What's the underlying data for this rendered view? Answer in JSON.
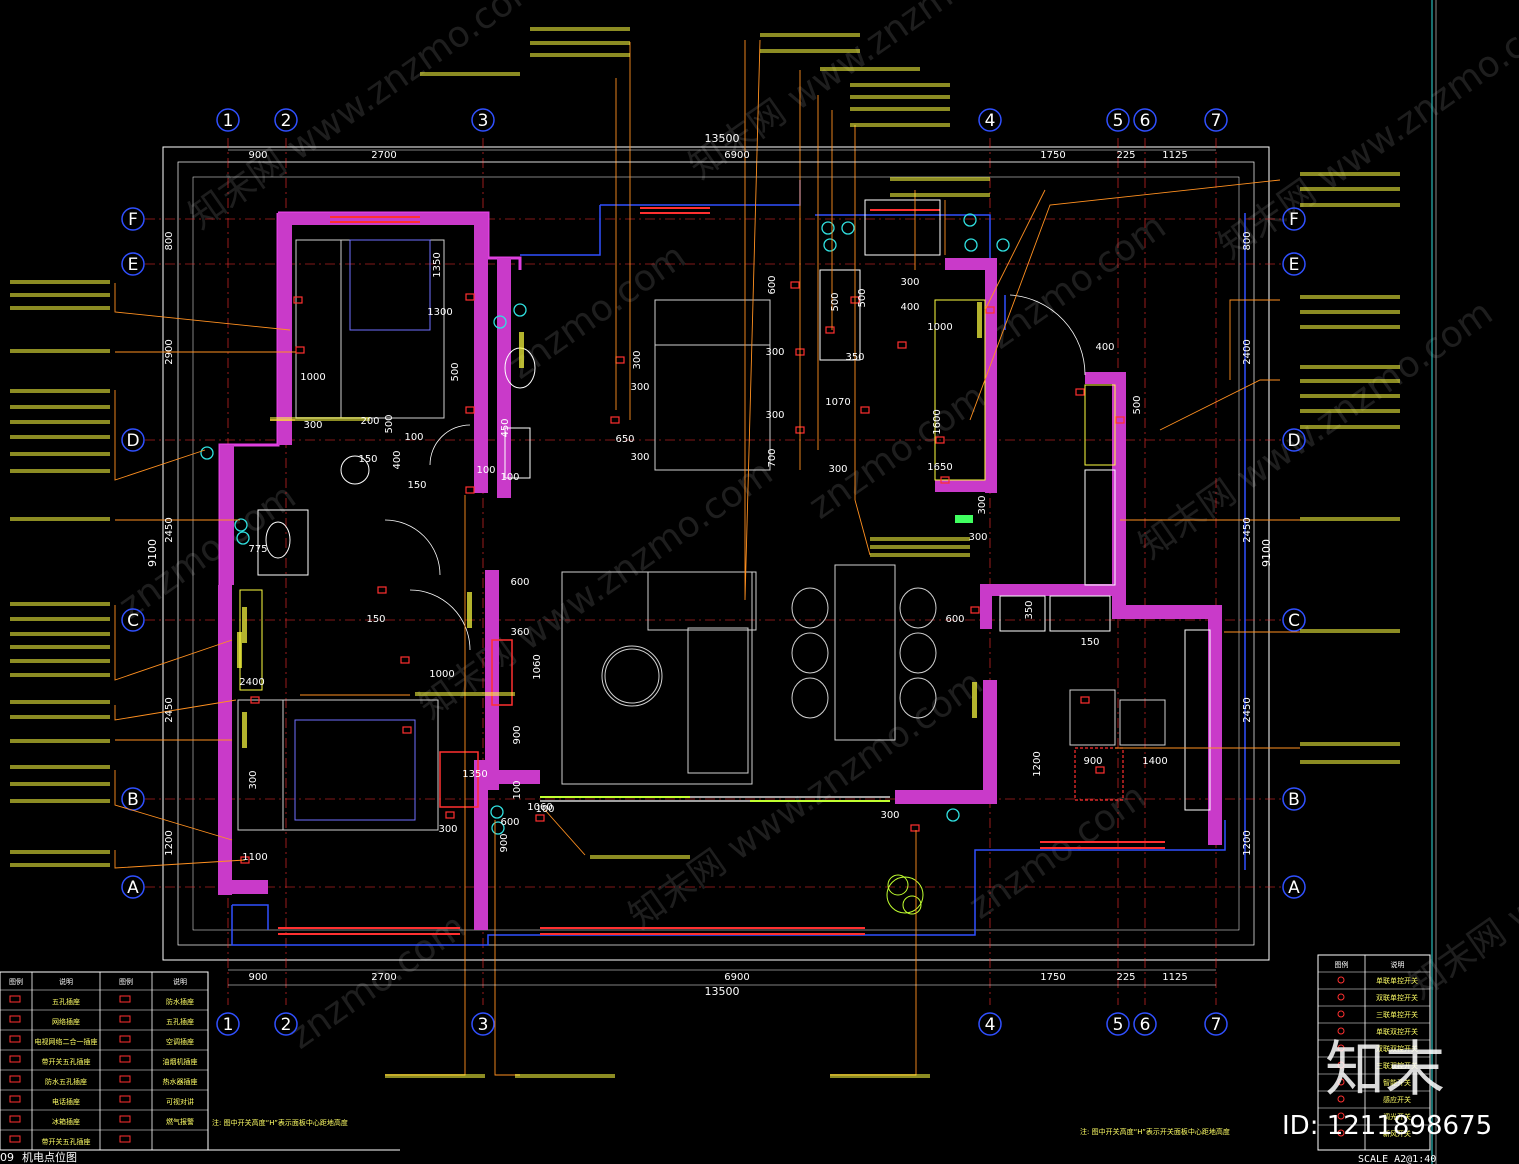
{
  "drawing": {
    "title": "机电点位图",
    "title_prefix": "09",
    "scale": "SCALE A2@1:40",
    "id_label": "ID: 1211898675",
    "logo": "知末",
    "watermark": "znzmo.com",
    "watermark_cn": "知末网 www.znzmo.com"
  },
  "axes": {
    "vertical": [
      "1",
      "2",
      "3",
      "4",
      "5",
      "6",
      "7"
    ],
    "horizontal": [
      "F",
      "E",
      "D",
      "C",
      "B",
      "A"
    ]
  },
  "dimensions": {
    "top_total": "13500",
    "top_segments": [
      "900",
      "2700",
      "6900",
      "1750",
      "225",
      "1125"
    ],
    "bottom_total": "13500",
    "bottom_segments": [
      "900",
      "2700",
      "6900",
      "1750",
      "225",
      "1125"
    ],
    "left_total": "9100",
    "left_segments": [
      "800",
      "2900",
      "2450",
      "2450",
      "1200"
    ],
    "right_segments": [
      "800",
      "2400",
      "2450",
      "2450",
      "1200"
    ],
    "interior": [
      "1350",
      "1300",
      "1000",
      "500",
      "300",
      "200",
      "500",
      "100",
      "150",
      "400",
      "775",
      "150",
      "450",
      "100",
      "100",
      "300",
      "300",
      "650",
      "600",
      "300",
      "300",
      "700",
      "300",
      "300",
      "500",
      "400",
      "1000",
      "500",
      "350",
      "1070",
      "1600",
      "1650",
      "300",
      "300",
      "300",
      "400",
      "500",
      "150",
      "600",
      "350",
      "600",
      "360",
      "1060",
      "150",
      "1000",
      "900",
      "1350",
      "300",
      "100",
      "1060",
      "2400",
      "300",
      "1100",
      "600",
      "900",
      "300",
      "100",
      "1200",
      "900",
      "1400"
    ]
  },
  "legend_left": {
    "headers": [
      "图例",
      "说明",
      "图例",
      "说明"
    ],
    "rows": [
      [
        "五孔插座",
        "防水插座"
      ],
      [
        "网络插座",
        "五孔插座"
      ],
      [
        "电视网络二合一插座",
        "空调插座"
      ],
      [
        "带开关五孔插座",
        "油烟机插座"
      ],
      [
        "防水五孔插座",
        "热水器插座"
      ],
      [
        "电话插座",
        "可视对讲"
      ],
      [
        "冰箱插座",
        "燃气报警"
      ],
      [
        "带开关五孔插座",
        ""
      ]
    ]
  },
  "legend_right": {
    "headers": [
      "图例",
      "说明"
    ],
    "rows": [
      "单联单控开关",
      "双联单控开关",
      "三联单控开关",
      "单联双控开关",
      "双联双控开关",
      "三联双控开关",
      "智能开关",
      "感应开关",
      "调光开关",
      "新风开关"
    ]
  },
  "notes": {
    "left": "注: 图中开关高度“H”表示面板中心距地高度",
    "right": "注: 图中开关高度“H”表示开关面板中心距地高度"
  },
  "colors": {
    "wall": "#e040e0",
    "magenta_fill": "#c93ac9",
    "grid_line": "#ff3030",
    "blue": "#3050ff",
    "cyan": "#30e0e0",
    "yellow": "#ffff40",
    "green": "#40ff60",
    "white": "#ffffff",
    "orange": "#ff9020",
    "lime": "#c0ff30"
  }
}
